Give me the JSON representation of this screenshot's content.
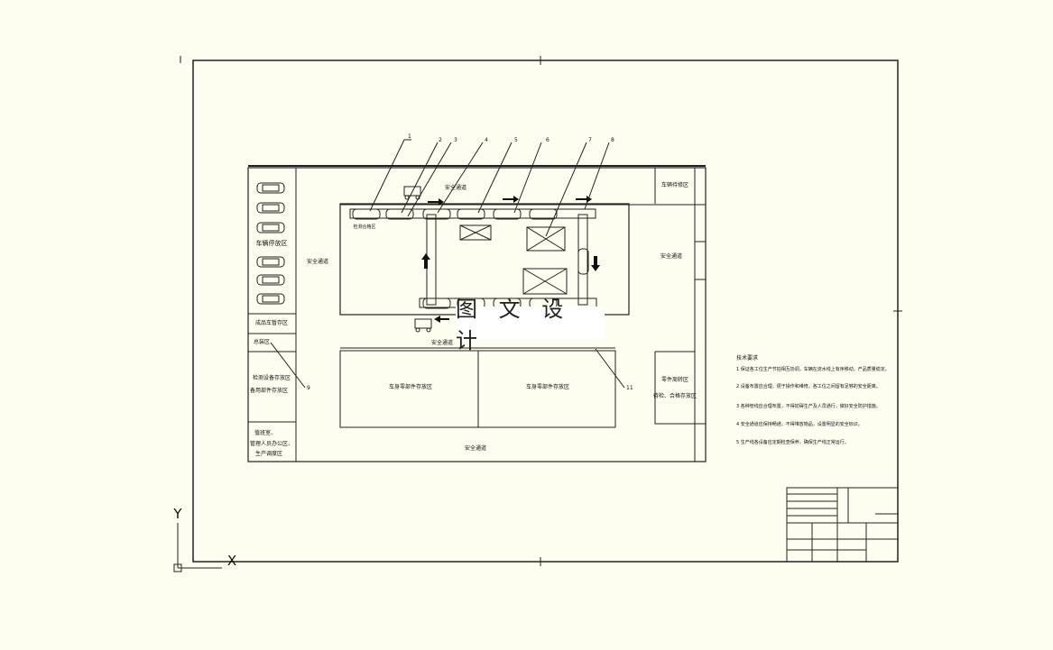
{
  "watermark": "图 文 设 计",
  "callouts": [
    "1",
    "2",
    "3",
    "4",
    "5",
    "6",
    "7",
    "8",
    "9",
    "11"
  ],
  "area_labels": {
    "parking": "车辆停放区",
    "left_aisle": "安全通道",
    "top_aisle": "安全通道",
    "right_aisle": "安全通道",
    "bottom_aisle_a": "安全通道",
    "bottom_aisle_b": "安全通道",
    "right_top": "车辆待修区",
    "left_box1": "成品车暂存区",
    "left_box2": "总装区",
    "left_box3a": "检测设备存放区",
    "left_box3b": "备用部件存放区",
    "left_box4a": "值班室、",
    "left_box4b": "管理人员办公区、",
    "left_box4c": "生产调度区",
    "bottom_left": "车身零部件存放区",
    "bottom_right": "车身零部件存放区",
    "right_box_a": "零件周转区",
    "right_box_b": "待检、合格存放区",
    "label_small": "检测合格区"
  },
  "notes_title": "技术要求",
  "notes": [
    "1 保证各工位生产节拍相互协调，车辆在流水线上有序移动，产品质量稳定。",
    "2 设备布置应合理，便于操作和维修，各工位之间留有足够的安全距离。",
    "3 各种管线应合理布置，不得妨碍生产及人员通行，做好安全防护措施。",
    "4 安全通道应保持畅通，不得堆放物品，设置明显的安全标识。",
    "5 生产线各设备应定期检查保养，确保生产线正常运行。"
  ],
  "axis_labels": {
    "y": "Y",
    "x": "X"
  }
}
